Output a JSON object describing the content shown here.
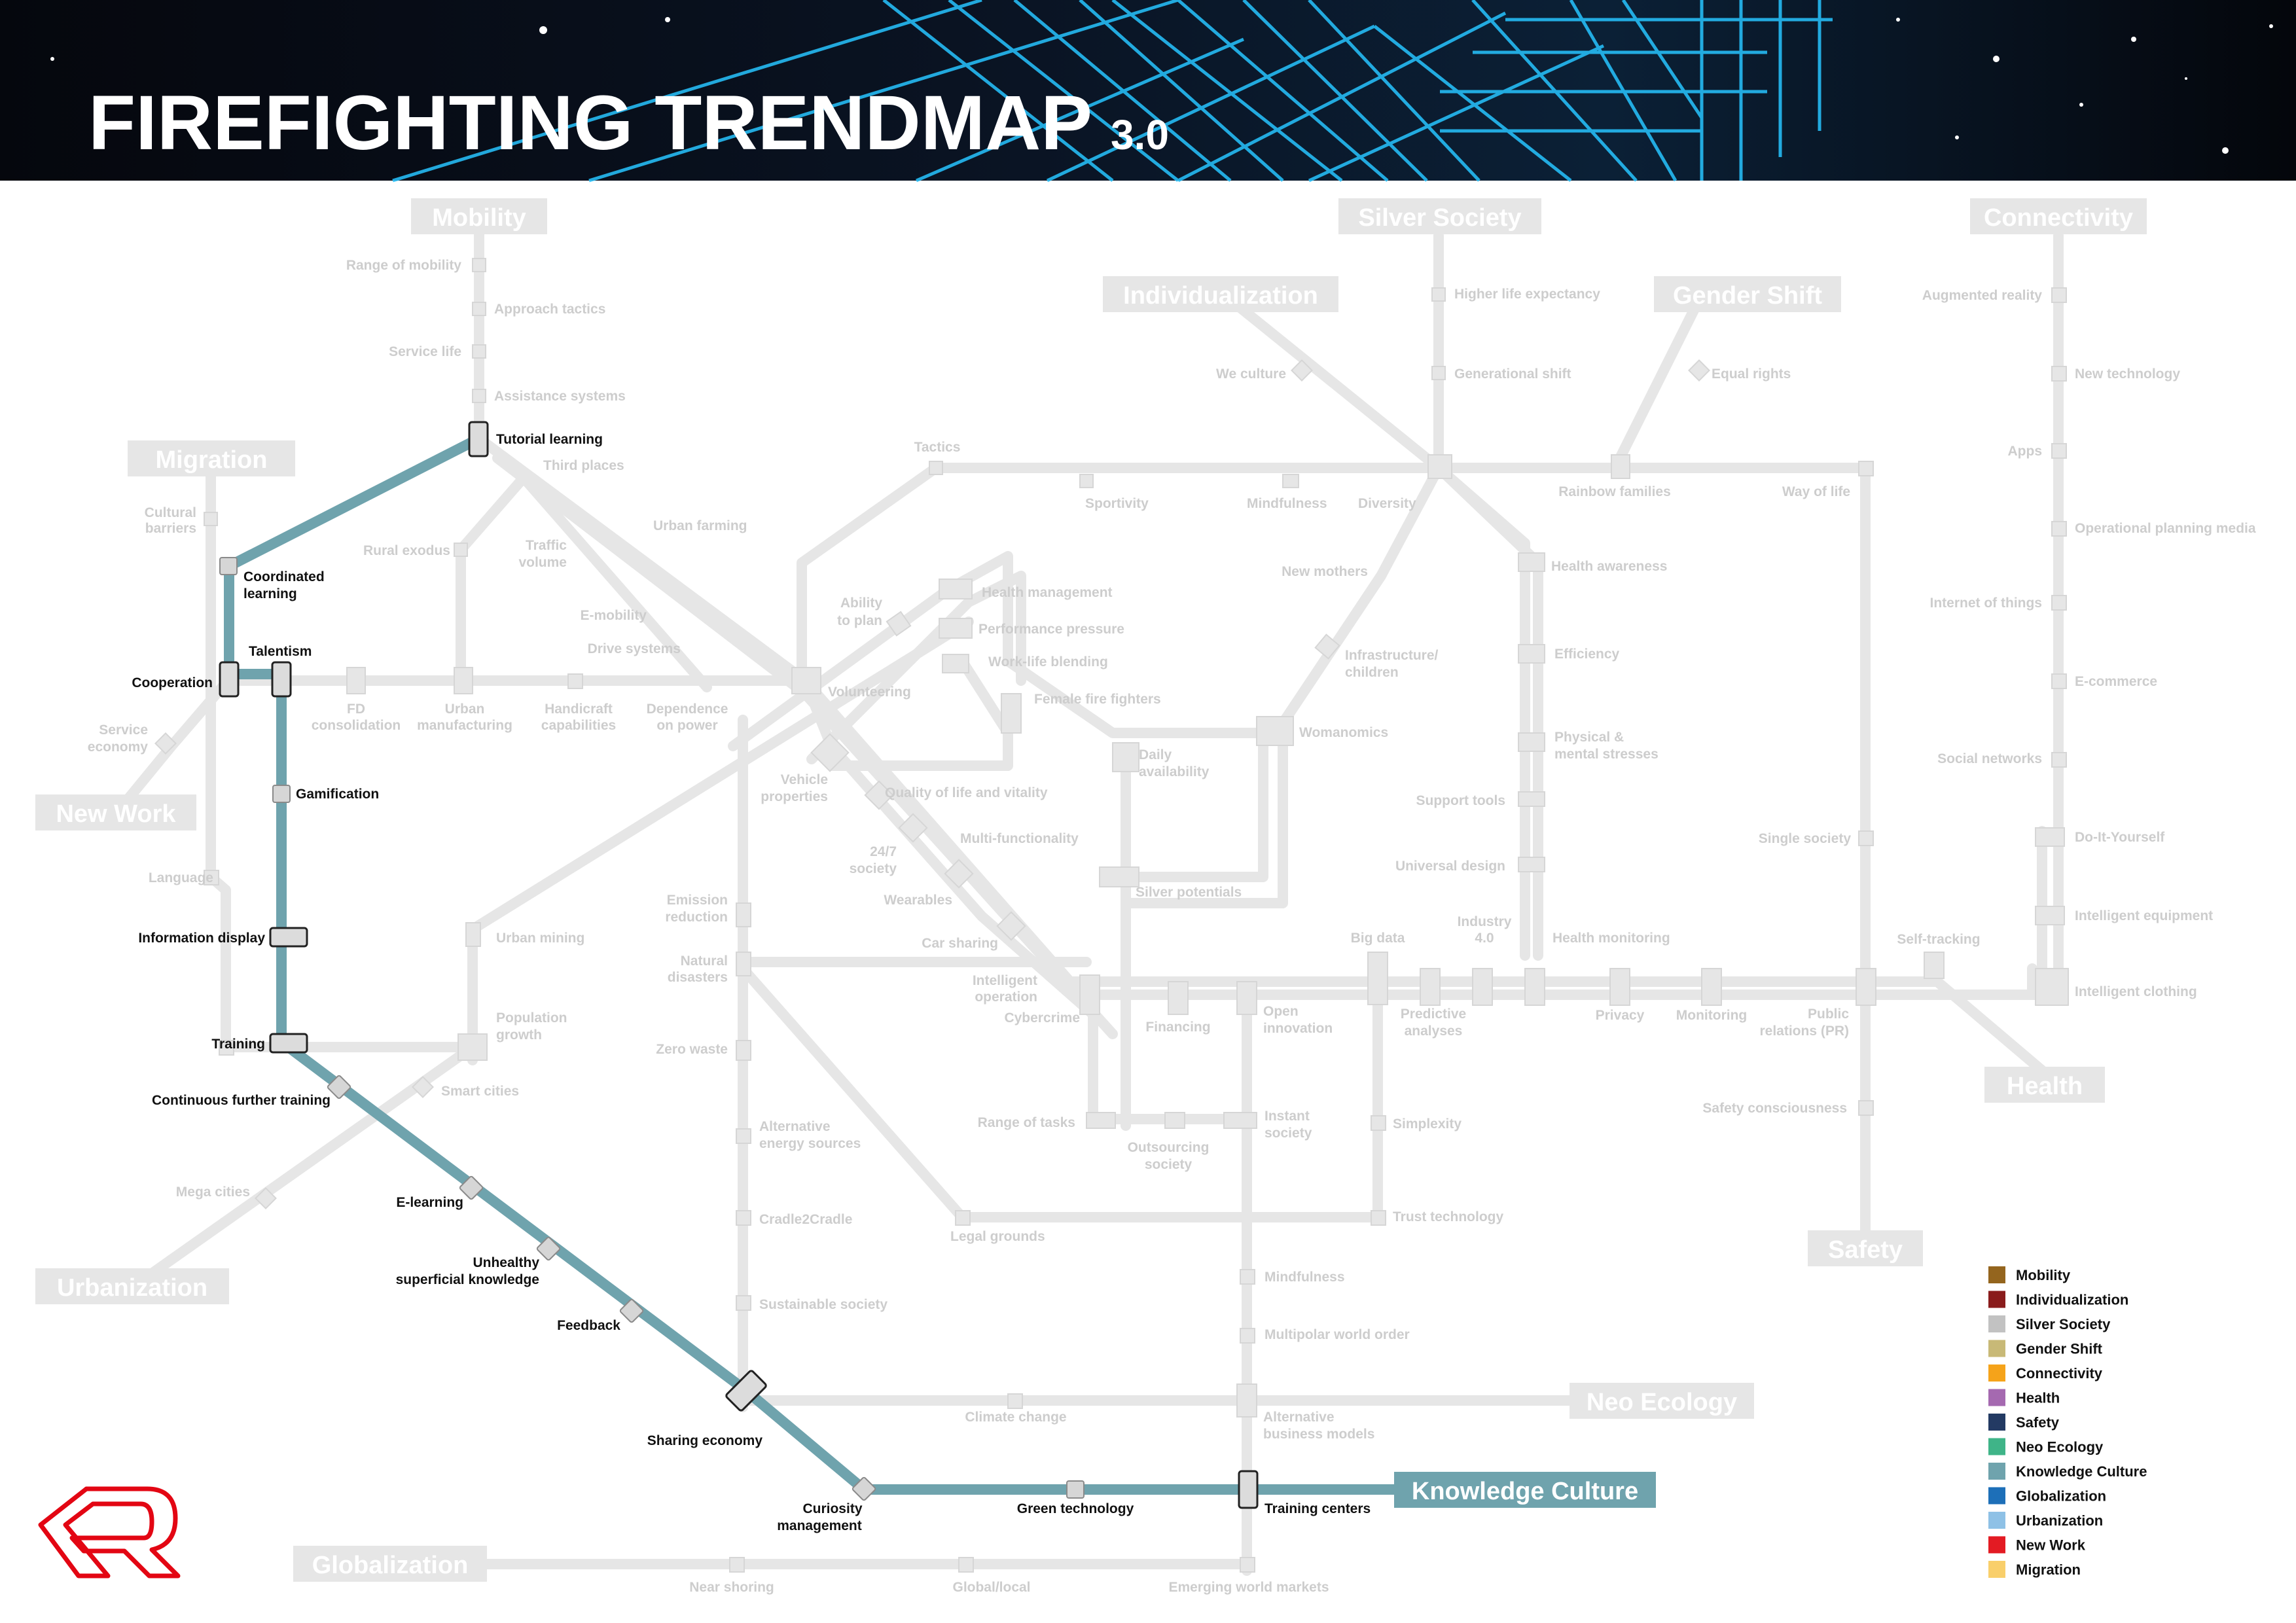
{
  "header": {
    "title": "FIREFIGHTING TRENDMAP",
    "version": "3.0",
    "colors": {
      "header_bg": "#070b14",
      "glow": "#27c4ff"
    }
  },
  "line_color_gray": "#e6e6e6",
  "active_line": {
    "name": "Knowledge Culture",
    "color": "#6fa3ad"
  },
  "terminals": {
    "mobility": "Mobility",
    "silver_society": "Silver Society",
    "connectivity": "Connectivity",
    "individualization": "Individualization",
    "gender_shift": "Gender Shift",
    "migration": "Migration",
    "new_work": "New Work",
    "urbanization": "Urbanization",
    "health": "Health",
    "safety": "Safety",
    "neo_ecology": "Neo Ecology",
    "knowledge_culture": "Knowledge Culture",
    "globalization": "Globalization"
  },
  "kc_stations": {
    "tutorial_learning": "Tutorial learning",
    "coordinated_1": "Coordinated",
    "coordinated_2": "learning",
    "talentism": "Talentism",
    "cooperation": "Cooperation",
    "gamification": "Gamification",
    "information_display": "Information display",
    "training": "Training",
    "continuous_further_training": "Continuous further training",
    "e_learning": "E-learning",
    "unhealthy_1": "Unhealthy",
    "unhealthy_2": "superficial knowledge",
    "feedback": "Feedback",
    "sharing_economy": "Sharing economy",
    "curiosity_1": "Curiosity",
    "curiosity_2": "management",
    "green_technology": "Green technology",
    "training_centers": "Training centers"
  },
  "stations": {
    "range_of_mobility": "Range of mobility",
    "approach_tactics": "Approach tactics",
    "service_life": "Service life",
    "assistance_systems": "Assistance systems",
    "third_places": "Third places",
    "urban_farming": "Urban farming",
    "traffic_1": "Traffic",
    "traffic_2": "volume",
    "rural_exodus": "Rural exodus",
    "e_mobility": "E-mobility",
    "drive_systems": "Drive systems",
    "cultural_1": "Cultural",
    "cultural_2": "barriers",
    "service_econ_1": "Service",
    "service_econ_2": "economy",
    "language": "Language",
    "fd_1": "FD",
    "fd_2": "consolidation",
    "urban_manu_1": "Urban",
    "urban_manu_2": "manufacturing",
    "handicraft_1": "Handicraft",
    "handicraft_2": "capabilities",
    "dependence_1": "Dependence",
    "dependence_2": "on power",
    "tactics": "Tactics",
    "sportivity": "Sportivity",
    "mindfulness_top": "Mindfulness",
    "diversity": "Diversity",
    "we_culture": "We culture",
    "higher_life_expectancy": "Higher life expectancy",
    "generational_shift": "Generational shift",
    "equal_rights": "Equal rights",
    "rainbow_families": "Rainbow families",
    "way_of_life": "Way of life",
    "augmented_reality": "Augmented reality",
    "new_technology": "New technology",
    "apps": "Apps",
    "operational_planning_media": "Operational planning media",
    "internet_of_things": "Internet of things",
    "e_commerce": "E-commerce",
    "social_networks": "Social networks",
    "do_it_yourself": "Do-It-Yourself",
    "intelligent_equipment": "Intelligent equipment",
    "intelligent_clothing": "Intelligent clothing",
    "self_tracking": "Self-tracking",
    "ability_1": "Ability",
    "ability_2": "to plan",
    "health_management": "Health management",
    "performance_pressure": "Performance pressure",
    "work_life_blending": "Work-life blending",
    "female_fire_fighters": "Female fire fighters",
    "volunteering": "Volunteering",
    "new_mothers": "New mothers",
    "health_awareness": "Health awareness",
    "infra_1": "Infrastructure/",
    "infra_2": "children",
    "efficiency": "Efficiency",
    "womanomics": "Womanomics",
    "physical_1": "Physical &",
    "physical_2": "mental stresses",
    "daily_1": "Daily",
    "daily_2": "availability",
    "vehicle_1": "Vehicle",
    "vehicle_2": "properties",
    "quality_of_life": "Quality of life and vitality",
    "support_tools": "Support tools",
    "multi_functionality": "Multi-functionality",
    "society_247_1": "24/7",
    "society_247_2": "society",
    "wearables": "Wearables",
    "universal_design": "Universal design",
    "single_society": "Single society",
    "emission_1": "Emission",
    "emission_2": "reduction",
    "silver_potentials": "Silver potentials",
    "urban_mining": "Urban mining",
    "car_sharing": "Car sharing",
    "big_data": "Big data",
    "industry_1": "Industry",
    "industry_2": "4.0",
    "health_monitoring": "Health monitoring",
    "natural_1": "Natural",
    "natural_2": "disasters",
    "intelligent_op_1": "Intelligent",
    "intelligent_op_2": "operation",
    "cybercrime": "Cybercrime",
    "financing": "Financing",
    "open_innov_1": "Open",
    "open_innov_2": "innovation",
    "predictive_1": "Predictive",
    "predictive_2": "analyses",
    "privacy": "Privacy",
    "monitoring": "Monitoring",
    "public_rel_1": "Public",
    "public_rel_2": "relations (PR)",
    "population_1": "Population",
    "population_2": "growth",
    "smart_cities": "Smart cities",
    "zero_waste": "Zero waste",
    "mega_cities": "Mega cities",
    "alt_energy_1": "Alternative",
    "alt_energy_2": "energy sources",
    "range_of_tasks": "Range of tasks",
    "outsourcing_1": "Outsourcing",
    "outsourcing_2": "society",
    "instant_1": "Instant",
    "instant_2": "society",
    "simplexity": "Simplexity",
    "safety_consciousness": "Safety consciousness",
    "cradle2cradle": "Cradle2Cradle",
    "legal_grounds": "Legal grounds",
    "trust_technology": "Trust technology",
    "mindfulness_low": "Mindfulness",
    "sustainable_society": "Sustainable society",
    "multipolar_world_order": "Multipolar world order",
    "climate_change": "Climate change",
    "alt_business_1": "Alternative",
    "alt_business_2": "business models",
    "near_shoring": "Near shoring",
    "global_local": "Global/local",
    "emerging_world_markets": "Emerging world markets"
  },
  "legend": [
    {
      "label": "Mobility",
      "color": "#94651e"
    },
    {
      "label": "Individualization",
      "color": "#8a1c1c"
    },
    {
      "label": "Silver Society",
      "color": "#c2c2c2"
    },
    {
      "label": "Gender Shift",
      "color": "#c8b977"
    },
    {
      "label": "Connectivity",
      "color": "#f5a31a"
    },
    {
      "label": "Health",
      "color": "#a569b0"
    },
    {
      "label": "Safety",
      "color": "#233a63"
    },
    {
      "label": "Neo Ecology",
      "color": "#3fb488"
    },
    {
      "label": "Knowledge Culture",
      "color": "#6fa3ad"
    },
    {
      "label": "Globalization",
      "color": "#1d6fb8"
    },
    {
      "label": "Urbanization",
      "color": "#8ec1e6"
    },
    {
      "label": "New Work",
      "color": "#e31b23"
    },
    {
      "label": "Migration",
      "color": "#f9cf6b"
    }
  ],
  "logo": {
    "name": "red-r-logo",
    "color": "#e30613"
  }
}
